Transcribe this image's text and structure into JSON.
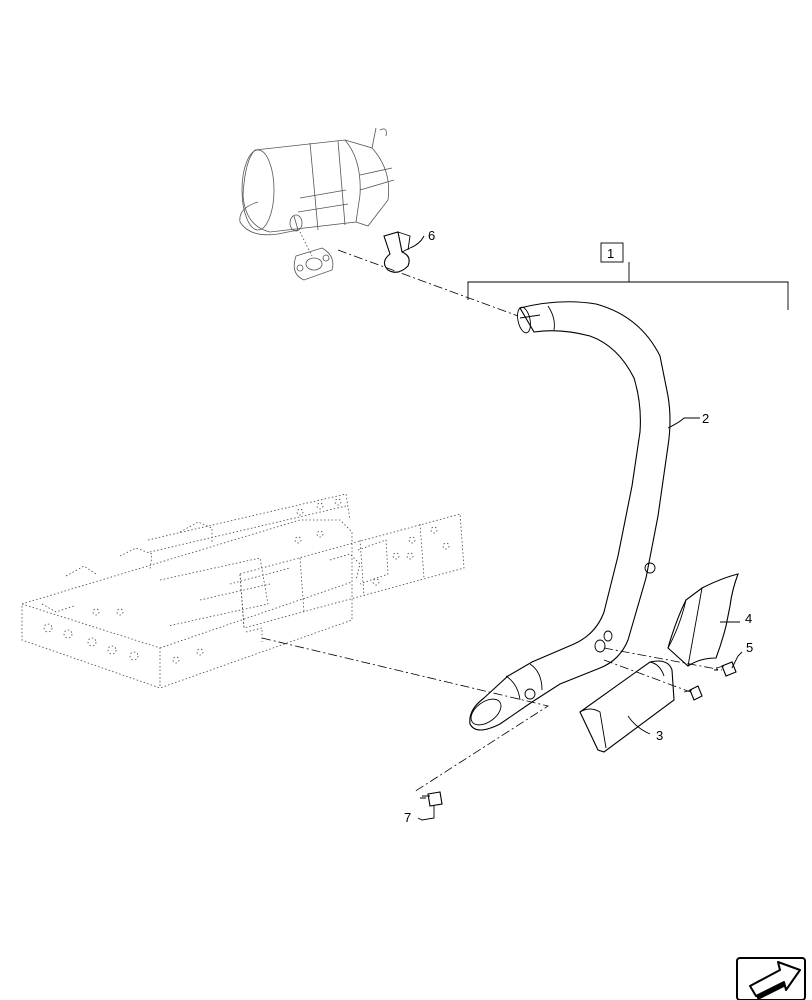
{
  "diagram": {
    "assembly_callout": "1",
    "callouts": {
      "exhaust_pipe": "2",
      "heat_shield_lower": "3",
      "heat_shield_upper": "4",
      "screw_shield": "5",
      "clamp": "6",
      "screw_frame": "7"
    },
    "nav_icon": "next-page-arrow-icon"
  }
}
